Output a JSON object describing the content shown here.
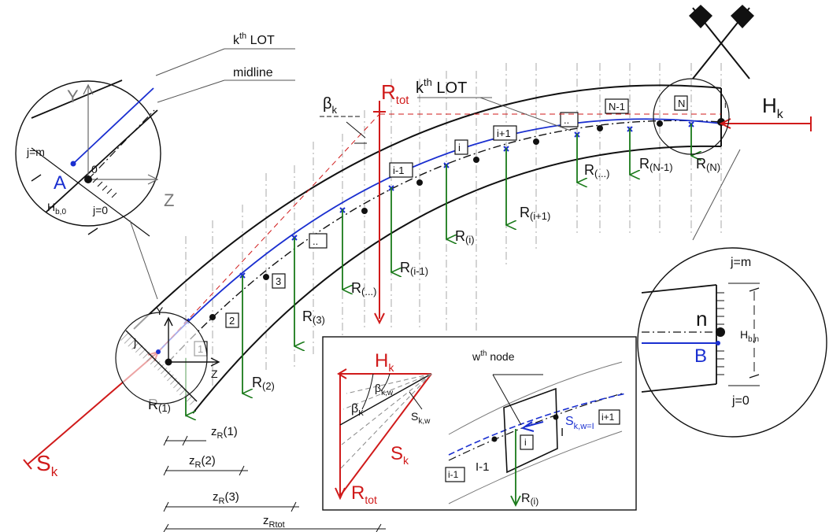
{
  "labels": {
    "kth_lot_top_k": "k",
    "kth_lot_top_sup": "th",
    "kth_lot_top_rest": " LOT",
    "midline": "midline",
    "kth_lot_mid_k": "k",
    "kth_lot_mid_sup": "th",
    "kth_lot_mid_rest": " LOT",
    "beta_k": "β",
    "beta_k_sub": "k",
    "r_tot": "R",
    "r_tot_sub": "tot",
    "h_k": "H",
    "h_k_sub": "k",
    "s_k": "S",
    "s_k_sub": "k",
    "y_axis_big": "Y",
    "z_axis_big": "Z",
    "j_eq_m_left": "j=m",
    "j_eq_0_left": "j=0",
    "origin_0": "0",
    "point_a": "A",
    "h_b0": "H",
    "h_b0_sub": "b,0",
    "y_axis_small": "Y",
    "z_axis_small": "Z",
    "j_small": "j",
    "node_i_top": "i",
    "j_eq_m_right": "j=m",
    "j_eq_0_right": "j=0",
    "point_n": "n",
    "point_b": "B",
    "h_bn": "H",
    "h_bn_sub": "b,n",
    "inset_hk": "H",
    "inset_hk_sub": "k",
    "inset_beta_kw": "β",
    "inset_beta_kw_sub": "k,w",
    "inset_beta_k": "β",
    "inset_beta_k_sub": "K",
    "inset_skw": "S",
    "inset_skw_sub": "k,w",
    "inset_sk": "S",
    "inset_sk_sub": "k",
    "inset_rtot": "R",
    "inset_rtot_sub": "tot",
    "wth_node_w": "w",
    "wth_node_sup": "th",
    "wth_node_rest": " node",
    "inset_box_i": "i",
    "inset_box_i1": "i+1",
    "inset_box_im1": "i-1",
    "inset_I": "I",
    "inset_Im1": "I-1",
    "inset_s_kw_eq": "S",
    "inset_s_kw_eq_sub": "k,w=I",
    "inset_r_i": "R",
    "inset_r_i_paren": "(i)"
  },
  "segment_boxes": [
    "1",
    "2",
    "3",
    "..",
    "i-1",
    "i",
    "i+1",
    "..",
    "N-1",
    "N"
  ],
  "reactions": [
    {
      "base": "R",
      "idx": "(1)"
    },
    {
      "base": "R",
      "idx": "(2)"
    },
    {
      "base": "R",
      "idx": "(3)"
    },
    {
      "base": "R",
      "idx": "(...)"
    },
    {
      "base": "R",
      "idx": "(i-1)"
    },
    {
      "base": "R",
      "idx": "(i)"
    },
    {
      "base": "R",
      "idx": "(i+1)"
    },
    {
      "base": "R",
      "idx": "(...)"
    },
    {
      "base": "R",
      "idx": "(N-1)"
    },
    {
      "base": "R",
      "idx": "(N)"
    }
  ],
  "dimensions": [
    {
      "base": "z",
      "sub": "R",
      "idx": "(1)"
    },
    {
      "base": "z",
      "sub": "R",
      "idx": "(2)"
    },
    {
      "base": "z",
      "sub": "R",
      "idx": "(3)"
    },
    {
      "base": "z",
      "sub": "Rtot",
      "idx": ""
    }
  ],
  "colors": {
    "force_red": "#d01a1a",
    "reaction_green": "#1a7a1a",
    "lot_blue": "#1a2fd0",
    "line_black": "#111111"
  }
}
